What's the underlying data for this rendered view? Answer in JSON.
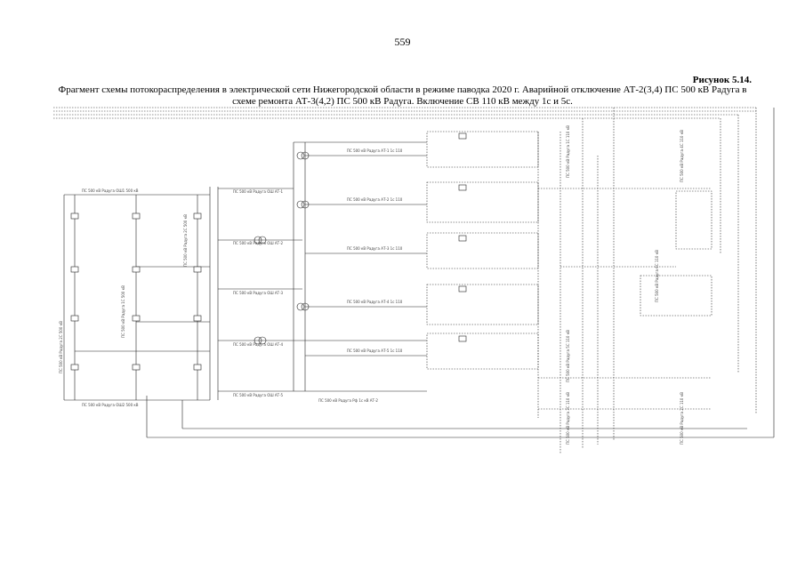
{
  "page_number": "559",
  "figure_label": "Рисунок 5.14.",
  "caption": "Фрагмент схемы потокораспределения в электрической сети Нижегородской области в режиме паводка 2020 г. Аварийной отключение АТ-2(3,4) ПС 500 кВ Радуга в схеме ремонта АТ-3(4,2) ПС 500 кВ Радуга. Включение СВ 110 кВ между 1с и 5с.",
  "labels": {
    "bus_top": "ПС 500 кВ Радуга ОШ1 500 кВ",
    "bus_bottom": "ПС 500 кВ Радуга ОШ2 500 кВ",
    "at1": "ПС 500 кВ Радуга ОШ АТ-1",
    "at2": "ПС 500 кВ Радуга ОШ АТ-2",
    "at3": "ПС 500 кВ Радуга ОШ АТ-3",
    "at4": "ПС 500 кВ Радуга ОШ АТ-4",
    "at5": "ПС 500 кВ Радуга ОШ АТ-5",
    "sec1": "ПС 500 кВ Радуга АТ-1 1с 110",
    "sec2": "ПС 500 кВ Радуга АТ-2 1с 110",
    "sec3": "ПС 500 кВ Радуга АТ-3 1с 110",
    "sec4": "ПС 500 кВ Радуга АТ-4 1с 110",
    "sec5": "ПС 500 кВ Радуга АТ-5 1с 110",
    "bottom_right": "ПС 500 кВ Радуга Рф 1с кВ АТ-2",
    "v_left1": "ПС 500 кВ Радуга 2С 500 кВ",
    "v_left2": "ПС 500 кВ Радуга 1С 500 кВ",
    "v_left3": "ПС 500 кВ Радуга 2С 500 кВ",
    "v_right1": "ПС 500 кВ Радуга 1С 110 кВ",
    "v_right2": "ПС 500 кВ Радуга 5С 110 кВ",
    "v_right3": "ПС 500 кВ Радуга 3С 110 кВ",
    "v_right4": "ПС 500 кВ Радуга 6С 110 кВ",
    "v_right5": "ПС 500 кВ Радуга 4С 110 кВ",
    "v_right6": "ПС 500 кВ Радуга 2С 110 кВ"
  }
}
